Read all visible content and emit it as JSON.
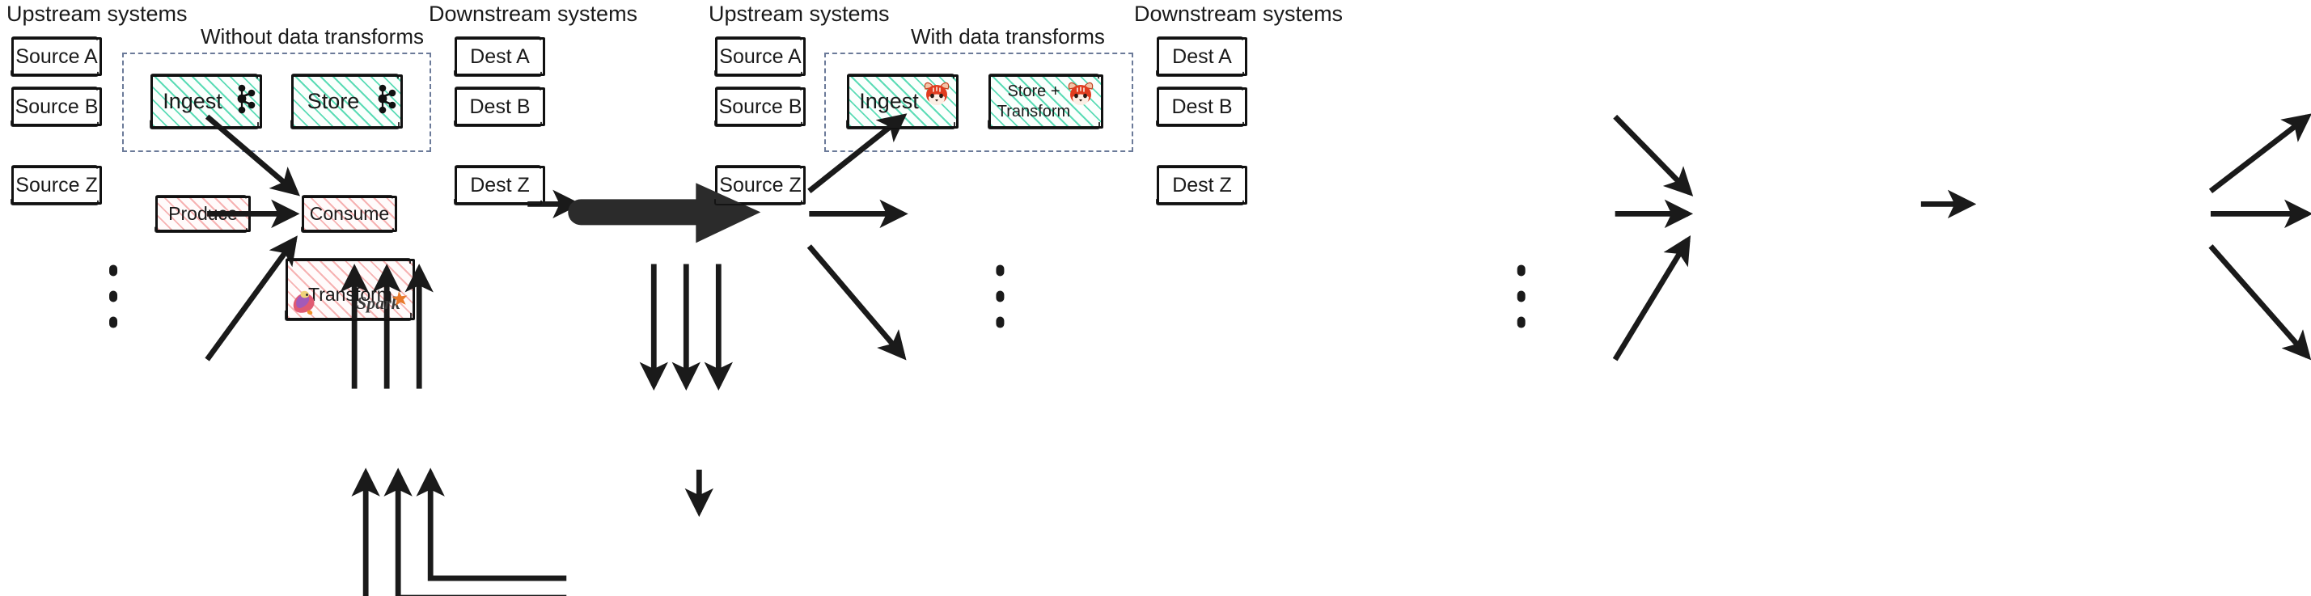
{
  "panels": [
    {
      "id": "left",
      "title": "Without data transforms",
      "upstream_label": "Upstream systems",
      "downstream_label": "Downstream systems",
      "sources": [
        {
          "label": "Source A"
        },
        {
          "label": "Source B"
        },
        {
          "label": "Source Z"
        }
      ],
      "destinations": [
        {
          "label": "Dest A"
        },
        {
          "label": "Dest B"
        },
        {
          "label": "Dest Z"
        }
      ],
      "stages": [
        {
          "label": "Ingest",
          "icon": "kafka-icon",
          "fill": "teal"
        },
        {
          "label": "Store",
          "icon": "kafka-icon",
          "fill": "teal"
        }
      ],
      "external": [
        {
          "label": "Produce",
          "fill": "pink"
        },
        {
          "label": "Consume",
          "fill": "pink"
        },
        {
          "label": "Transform",
          "fill": "pink",
          "icons": [
            "flink-icon",
            "spark-icon"
          ],
          "spark_wordmark": "Spark"
        }
      ]
    },
    {
      "id": "right",
      "title": "With data transforms",
      "upstream_label": "Upstream systems",
      "downstream_label": "Downstream systems",
      "sources": [
        {
          "label": "Source A"
        },
        {
          "label": "Source B"
        },
        {
          "label": "Source Z"
        }
      ],
      "destinations": [
        {
          "label": "Dest A"
        },
        {
          "label": "Dest B"
        },
        {
          "label": "Dest Z"
        }
      ],
      "stages": [
        {
          "label": "Ingest",
          "icon": "redpanda-icon",
          "fill": "teal"
        },
        {
          "label": "Store +\nTransform",
          "label_line1": "Store +",
          "label_line2": "Transform",
          "icon": "redpanda-icon",
          "fill": "teal"
        }
      ],
      "external": []
    }
  ],
  "transition_arrow": "right-arrow",
  "colors": {
    "teal_hatch": "#40d6aa",
    "pink_hatch": "#f4a0a0",
    "region_dashed": "#6b7a99",
    "stroke": "#111111",
    "text": "#1a1a1a",
    "spark_orange": "#e8792a",
    "redpanda_red": "#e03c1f"
  }
}
